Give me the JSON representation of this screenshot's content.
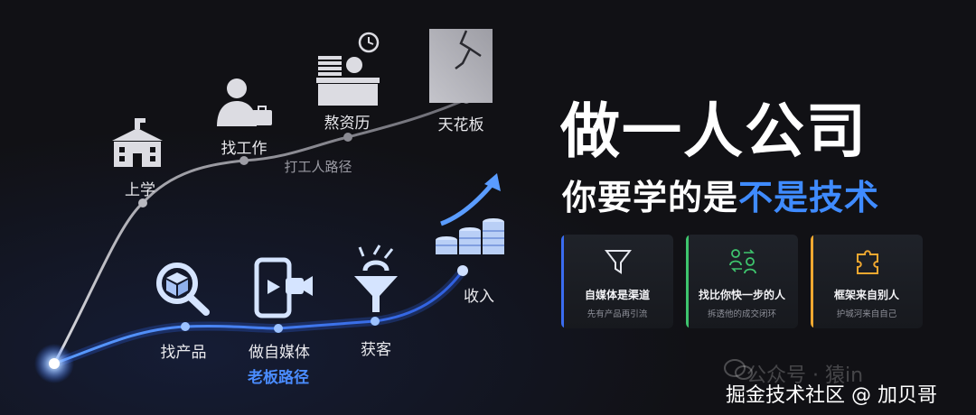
{
  "diagram": {
    "worker_path": {
      "label": "打工人路径",
      "steps": [
        "上学",
        "找工作",
        "熬资历",
        "天花板"
      ]
    },
    "boss_path": {
      "label": "老板路径",
      "steps": [
        "找产品",
        "做自媒体",
        "获客",
        "收入"
      ]
    }
  },
  "headline": {
    "title": "做一人公司",
    "subtitle_prefix": "你要学的是",
    "subtitle_highlight": "不是技术"
  },
  "cards": [
    {
      "title": "自媒体是渠道",
      "desc": "先有产品再引流",
      "accent": "#3a6cf0",
      "icon": "funnel-icon"
    },
    {
      "title": "找比你快一步的人",
      "desc": "拆透他的成交闭环",
      "accent": "#3ec46d",
      "icon": "people-exchange-icon"
    },
    {
      "title": "框架来自别人",
      "desc": "护城河来自自己",
      "accent": "#f0a830",
      "icon": "puzzle-icon"
    }
  ],
  "watermark": {
    "faded": "公众号 · 猿in",
    "credit": "掘金技术社区 @ 加贝哥"
  },
  "colors": {
    "blue": "#3f8bff",
    "background": "#111115"
  }
}
